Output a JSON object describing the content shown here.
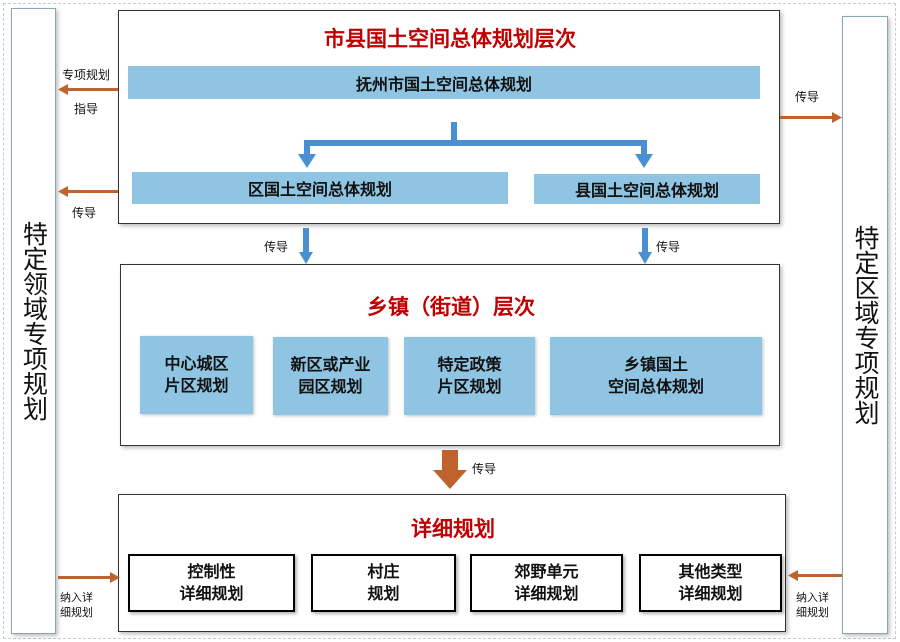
{
  "left_sidebar": {
    "title": "特定领域专项规划"
  },
  "right_sidebar": {
    "title": "特定区域专项规划"
  },
  "city_level": {
    "title": "市县国土空间总体规划层次",
    "city_plan": "抚州市国土空间总体规划",
    "district_plan": "区国土空间总体规划",
    "county_plan": "县国土空间总体规划"
  },
  "town_level": {
    "title": "乡镇（街道）层次",
    "boxes": [
      "中心城区\n片区规划",
      "新区或产业\n园区规划",
      "特定政策\n片区规划",
      "乡镇国土\n空间总体规划"
    ]
  },
  "detail_level": {
    "title": "详细规划",
    "boxes": [
      "控制性\n详细规划",
      "村庄\n规划",
      "郊野单元\n详细规划",
      "其他类型\n详细规划"
    ]
  },
  "labels": {
    "special_guide": "专项规划",
    "guide": "指导",
    "transmit": "传导",
    "include_detail": "纳入详\n细规划"
  },
  "colors": {
    "blue_fill": "#8fc4e2",
    "blue_arrow": "#4a90d0",
    "brown_arrow": "#c0622b",
    "title_red": "#c00000"
  }
}
